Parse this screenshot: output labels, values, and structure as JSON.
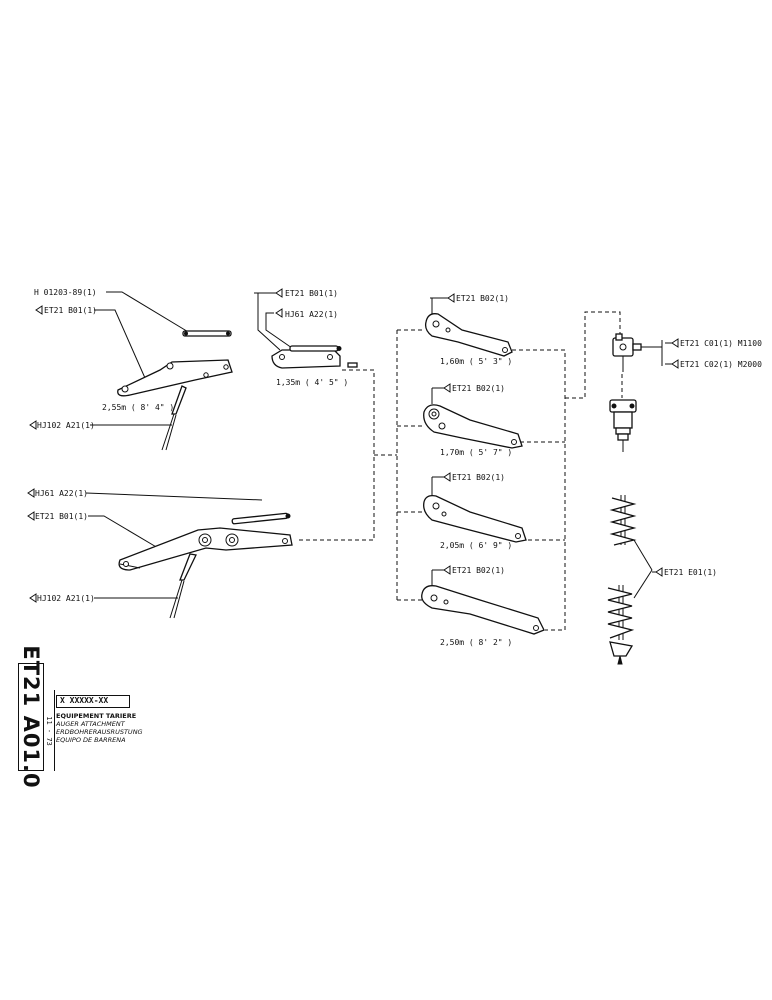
{
  "labels": {
    "top_hose": "H 01203-89(1)",
    "top_boom_left": "ET21  B01(1)",
    "top_cylinder": "HJ102  A21(1)",
    "top_dipper": "ET21  B01(1)",
    "top_ram": "HJ61   A22(1)",
    "bottom_ram": "HJ61  A22(1)",
    "bottom_boom": "ET21  B01(1)",
    "bottom_cylinder": "HJ102  A21(1)",
    "arm1": "ET21  B02(1)",
    "arm2": "ET21  B02(1)",
    "arm3": "ET21  B02(1)",
    "arm4": "ET21  B02(1)",
    "head_c01": "ET21  C01(1)  M1100",
    "head_c02": "ET21  C02(1)  M2000",
    "auger": "ET21  E01(1)"
  },
  "dimensions": {
    "top_boom": "2,55m  ( 8' 4\" )",
    "top_dipper": "1,35m ( 4' 5\" )",
    "arm1": "1,60m  ( 5' 3\" )",
    "arm2": "1,70m  ( 5' 7\" )",
    "arm3": "2,05m  ( 6' 9\" )",
    "arm4": "2,50m  ( 8' 2\" )"
  },
  "title_block": {
    "code": "ET21 A01.0",
    "date": "11 - 73",
    "serial": "X  XXXXX-XX",
    "designation_fr": "EQUIPEMENT TARIERE",
    "designation_en": "AUGER ATTACHMENT",
    "designation_de": "ERDBOHRERAUSRUSTUNG",
    "designation_es": "EQUIPO DE BARRENA"
  }
}
